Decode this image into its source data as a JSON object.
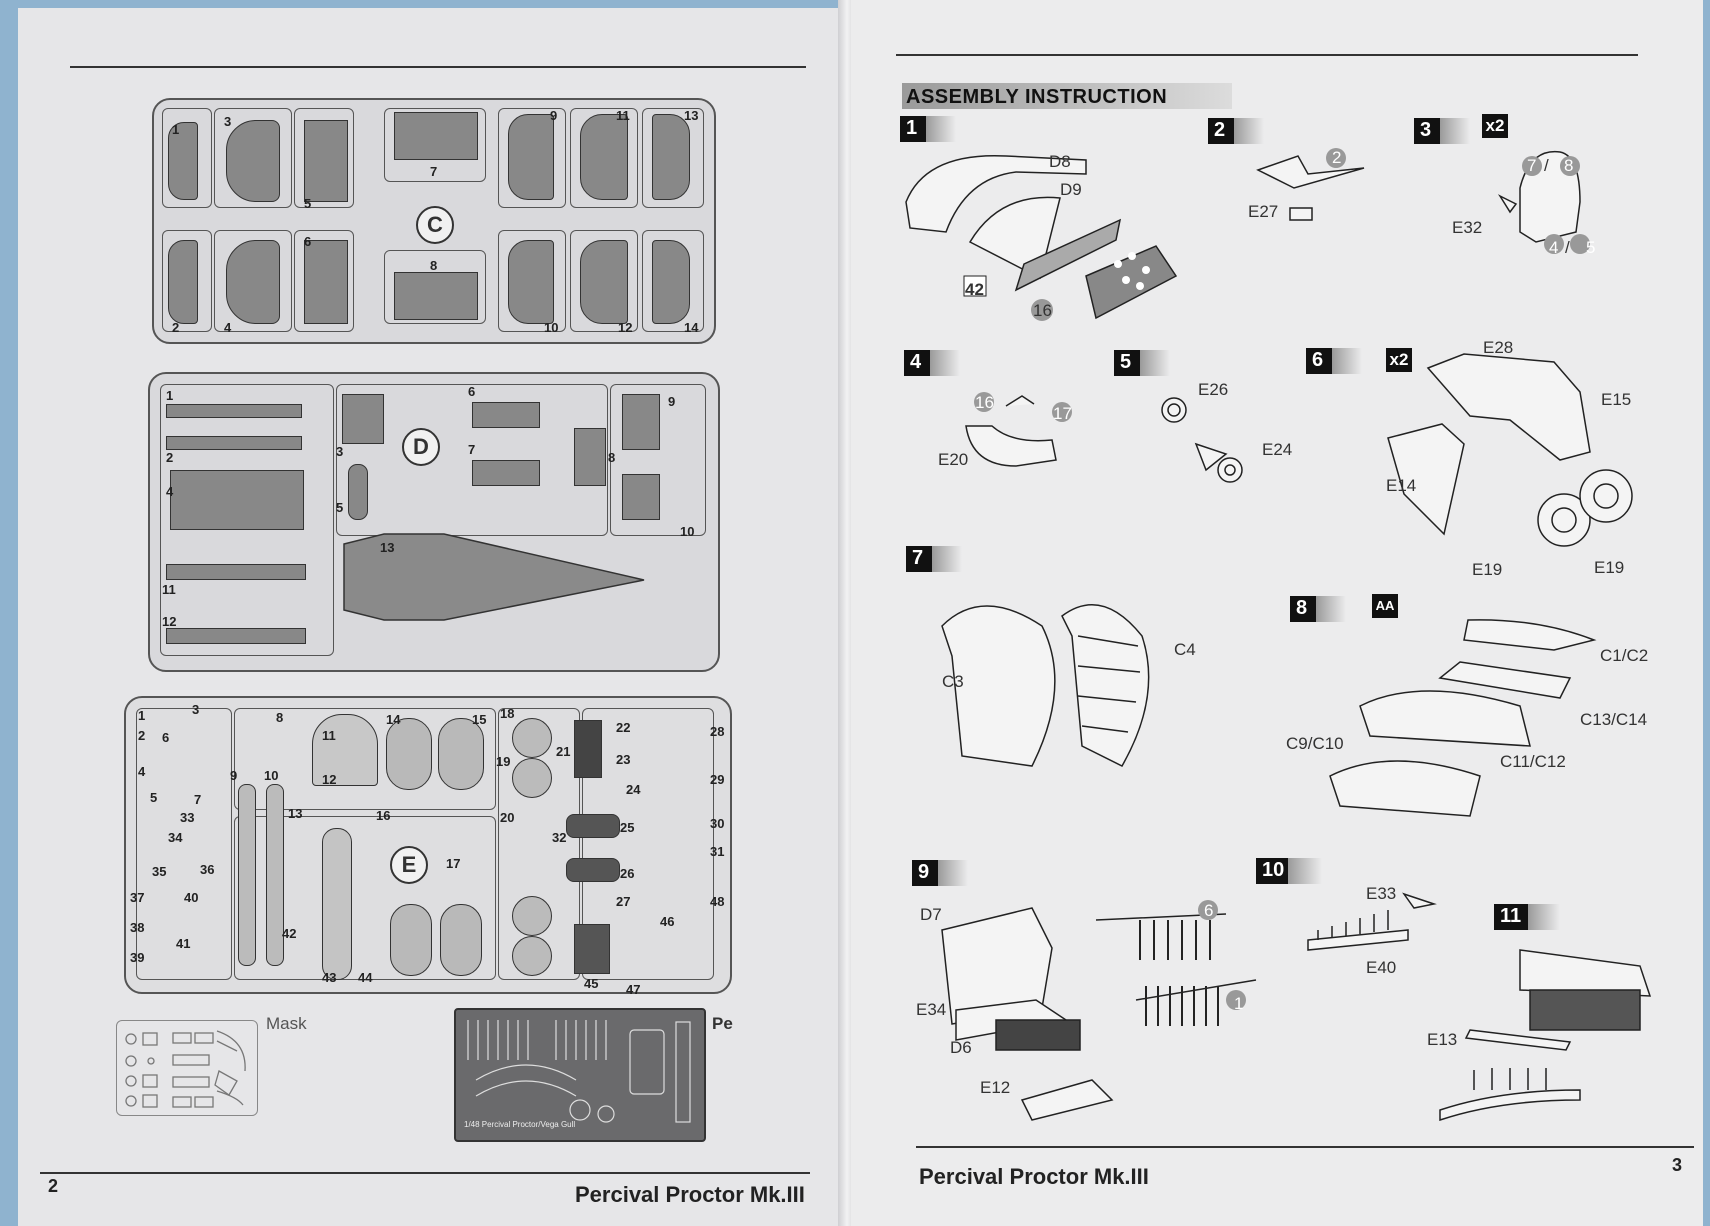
{
  "left": {
    "page_number": "2",
    "footer_title": "Percival Proctor Mk.III",
    "sprue_c": {
      "letter": "C",
      "part_numbers": [
        "1",
        "3",
        "5",
        "7",
        "9",
        "11",
        "13",
        "2",
        "4",
        "6",
        "8",
        "10",
        "12",
        "14"
      ]
    },
    "sprue_d": {
      "letter": "D",
      "part_numbers": [
        "1",
        "2",
        "3",
        "4",
        "5",
        "6",
        "7",
        "8",
        "9",
        "10",
        "11",
        "12",
        "13"
      ]
    },
    "sprue_e": {
      "letter": "E",
      "part_numbers": [
        "1",
        "2",
        "3",
        "4",
        "5",
        "6",
        "7",
        "8",
        "9",
        "10",
        "11",
        "12",
        "13",
        "14",
        "15",
        "16",
        "17",
        "18",
        "19",
        "20",
        "21",
        "22",
        "23",
        "24",
        "25",
        "26",
        "27",
        "28",
        "29",
        "30",
        "31",
        "32",
        "33",
        "34",
        "35",
        "36",
        "37",
        "38",
        "39",
        "40",
        "41",
        "42",
        "43",
        "44",
        "45",
        "46",
        "47",
        "48"
      ]
    },
    "mask_label": "Mask",
    "pe_label": "Pe",
    "pe_fret_text": "1/48 Percival Proctor/Vega Gull"
  },
  "right": {
    "page_number": "3",
    "footer_title": "Percival Proctor Mk.III",
    "header": "ASSEMBLY INSTRUCTION",
    "steps": [
      {
        "num": "1",
        "labels": [
          "D8",
          "D9",
          "42",
          "16"
        ]
      },
      {
        "num": "2",
        "labels": [
          "2",
          "E27"
        ]
      },
      {
        "num": "3",
        "multiplier": "x2",
        "labels": [
          "7",
          "/",
          "8",
          "E32",
          "4",
          "/",
          "5"
        ]
      },
      {
        "num": "4",
        "labels": [
          "16",
          "17",
          "E20"
        ]
      },
      {
        "num": "5",
        "labels": [
          "E26",
          "E24"
        ]
      },
      {
        "num": "6",
        "multiplier": "x2",
        "labels": [
          "E28",
          "E15",
          "E14",
          "E19",
          "E19"
        ]
      },
      {
        "num": "7",
        "labels": [
          "C3",
          "C4"
        ]
      },
      {
        "num": "8",
        "labels": [
          "C1/C2",
          "C13/C14",
          "C9/C10",
          "C11/C12"
        ]
      },
      {
        "num": "9",
        "labels": [
          "D7",
          "6",
          "E34",
          "D6",
          "1",
          "E12"
        ]
      },
      {
        "num": "10",
        "labels": [
          "E33",
          "E40"
        ]
      },
      {
        "num": "11",
        "labels": [
          "E13"
        ]
      }
    ]
  }
}
